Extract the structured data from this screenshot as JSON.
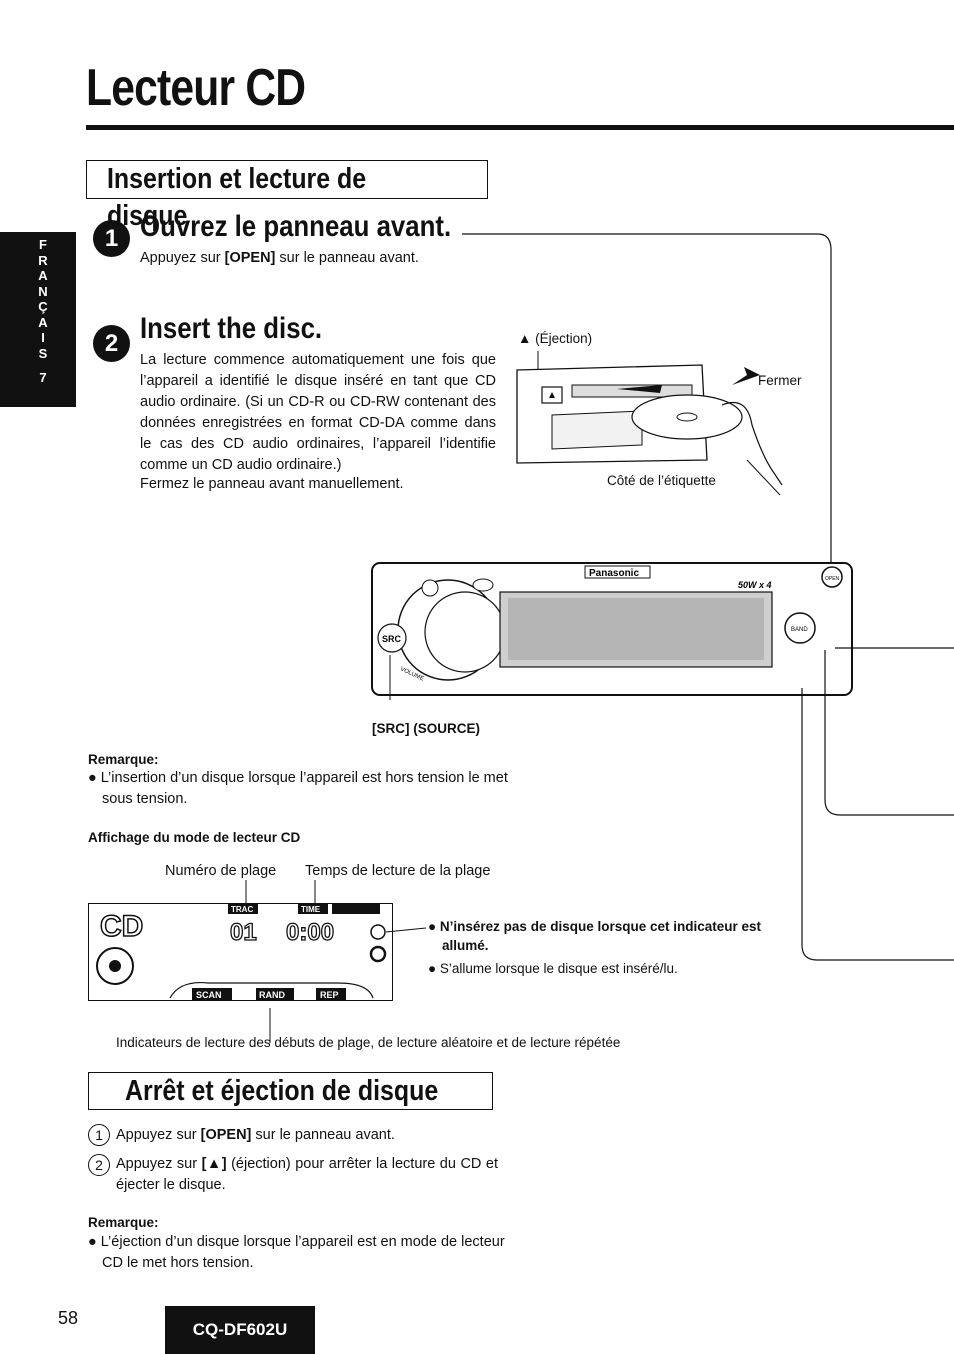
{
  "page": {
    "title": "Lecteur CD",
    "page_number": "58",
    "model": "CQ-DF602U",
    "side_tab": {
      "letters": [
        "F",
        "R",
        "A",
        "N",
        "Ç",
        "A",
        "I",
        "S"
      ],
      "number": "7"
    }
  },
  "section1": {
    "heading": "Insertion et lecture de disque",
    "step1": {
      "number": "1",
      "title": "Ouvrez le panneau avant.",
      "text_prefix": "Appuyez sur ",
      "text_key": "[OPEN]",
      "text_suffix": " sur le panneau avant."
    },
    "step2": {
      "number": "2",
      "title": "Insert the disc.",
      "body": "La lecture commence automatiquement une fois que l’appareil a identifié le disque inséré en tant que CD audio ordinaire. (Si un CD-R ou CD-RW contenant des données enregistrées en format CD-DA comme dans le cas des CD audio ordinaires, l’appareil l’identifie comme un CD audio ordinaire.)",
      "body2": "Fermez le panneau avant manuellement."
    },
    "illustration": {
      "eject_label": "▲ (Éjection)",
      "close_label": "Fermer",
      "label_side": "Côté de l’étiquette"
    },
    "device": {
      "src_label": "[SRC] (SOURCE)",
      "brand": "Panasonic",
      "power": "50W x 4",
      "src_button": "SRC",
      "volume": "VOLUME",
      "band": "BAND",
      "open": "OPEN"
    },
    "remark": {
      "heading": "Remarque:",
      "text": "L’insertion d’un disque lorsque l’appareil est hors tension le met sous tension."
    },
    "display_mode": {
      "heading": "Affichage du mode de lecteur CD",
      "track_label": "Numéro de plage",
      "time_label": "Temps de lecture de la plage",
      "lcd": {
        "mode": "CD",
        "track": "01",
        "time": "0:00",
        "trac": "TRAC",
        "time_tag": "TIME",
        "scan": "SCAN",
        "rand": "RAND",
        "rep": "REP"
      },
      "warning_bold": "N’insérez pas de disque lorsque cet indicateur est allumé.",
      "warning_note": "S’allume lorsque le disque est inséré/lu.",
      "indicators": "Indicateurs de lecture des débuts de plage, de lecture aléatoire et de lecture répétée"
    }
  },
  "section2": {
    "heading": "Arrêt et éjection de disque",
    "step1": {
      "num": "1",
      "prefix": "Appuyez sur ",
      "key": "[OPEN]",
      "suffix": " sur le panneau avant."
    },
    "step2": {
      "num": "2",
      "prefix": "Appuyez sur ",
      "key": "[▲]",
      "suffix": " (éjection) pour arrêter la lecture du CD et éjecter le disque."
    },
    "remark": {
      "heading": "Remarque:",
      "text": "L’éjection d’un disque lorsque l’appareil est en mode de lecteur CD le met hors tension."
    }
  }
}
